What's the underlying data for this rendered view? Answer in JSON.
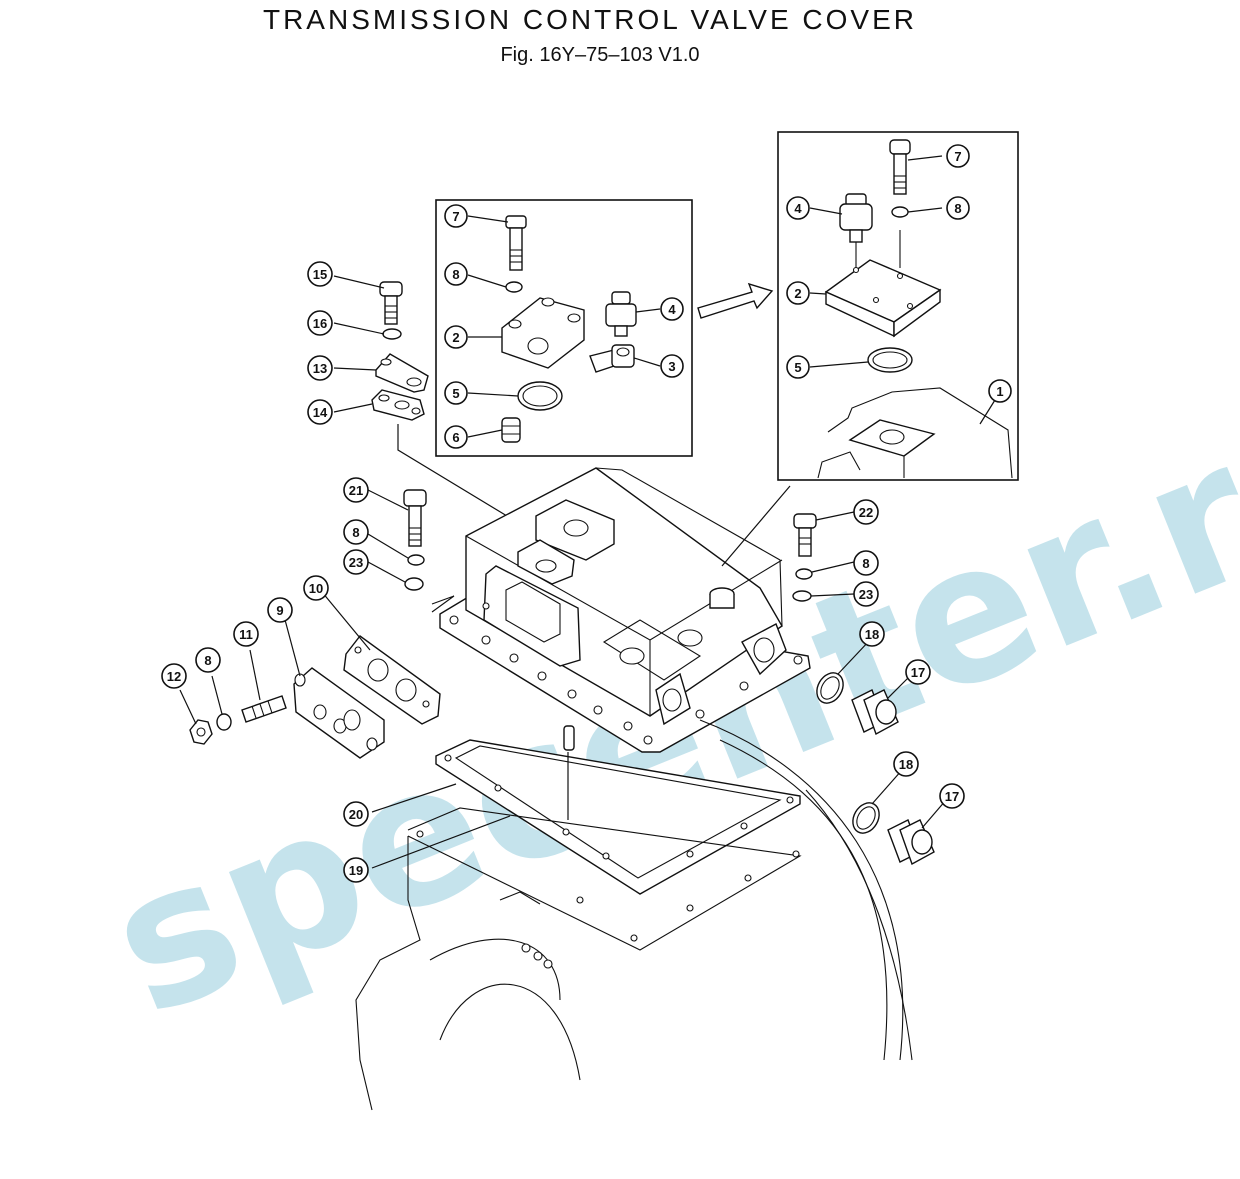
{
  "header": {
    "title": "TRANSMISSION CONTROL VALVE COVER",
    "subtitle": "Fig. 16Y–75–103  V1.0"
  },
  "watermark": "specenter.ru",
  "colors": {
    "watermark": "#7fc3d6",
    "lines": "#111111"
  },
  "callouts": [
    {
      "id": "c7a",
      "label": "7"
    },
    {
      "id": "c8a",
      "label": "8"
    },
    {
      "id": "c2a",
      "label": "2"
    },
    {
      "id": "c4a",
      "label": "4"
    },
    {
      "id": "c3a",
      "label": "3"
    },
    {
      "id": "c5a",
      "label": "5"
    },
    {
      "id": "c6a",
      "label": "6"
    },
    {
      "id": "c7b",
      "label": "7"
    },
    {
      "id": "c4b",
      "label": "4"
    },
    {
      "id": "c8b",
      "label": "8"
    },
    {
      "id": "c2b",
      "label": "2"
    },
    {
      "id": "c5b",
      "label": "5"
    },
    {
      "id": "c1",
      "label": "1"
    },
    {
      "id": "c15",
      "label": "15"
    },
    {
      "id": "c16",
      "label": "16"
    },
    {
      "id": "c13",
      "label": "13"
    },
    {
      "id": "c14",
      "label": "14"
    },
    {
      "id": "c21",
      "label": "21"
    },
    {
      "id": "c8c",
      "label": "8"
    },
    {
      "id": "c23a",
      "label": "23"
    },
    {
      "id": "c22",
      "label": "22"
    },
    {
      "id": "c8d",
      "label": "8"
    },
    {
      "id": "c23b",
      "label": "23"
    },
    {
      "id": "c18a",
      "label": "18"
    },
    {
      "id": "c17a",
      "label": "17"
    },
    {
      "id": "c18b",
      "label": "18"
    },
    {
      "id": "c17b",
      "label": "17"
    },
    {
      "id": "c10",
      "label": "10"
    },
    {
      "id": "c9",
      "label": "9"
    },
    {
      "id": "c11",
      "label": "11"
    },
    {
      "id": "c8e",
      "label": "8"
    },
    {
      "id": "c12",
      "label": "12"
    },
    {
      "id": "c20",
      "label": "20"
    },
    {
      "id": "c19",
      "label": "19"
    }
  ]
}
